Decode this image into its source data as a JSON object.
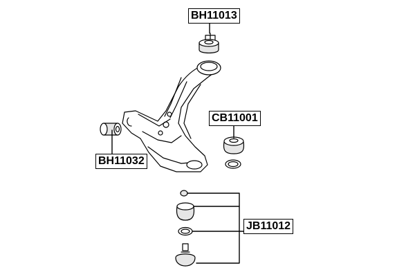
{
  "parts": {
    "bushing_upper": {
      "code": "BH11013",
      "icon": "rubber-bushing-icon"
    },
    "bushing_front": {
      "code": "BH11032",
      "icon": "rubber-bushing-icon"
    },
    "ball_joint_boot": {
      "code": "CB11001",
      "icon": "dust-boot-icon"
    },
    "ball_joint": {
      "code": "JB11012",
      "icon": "ball-joint-icon"
    }
  },
  "colors": {
    "line": "#000000",
    "background": "#ffffff",
    "shading": "#e6e6e6"
  }
}
